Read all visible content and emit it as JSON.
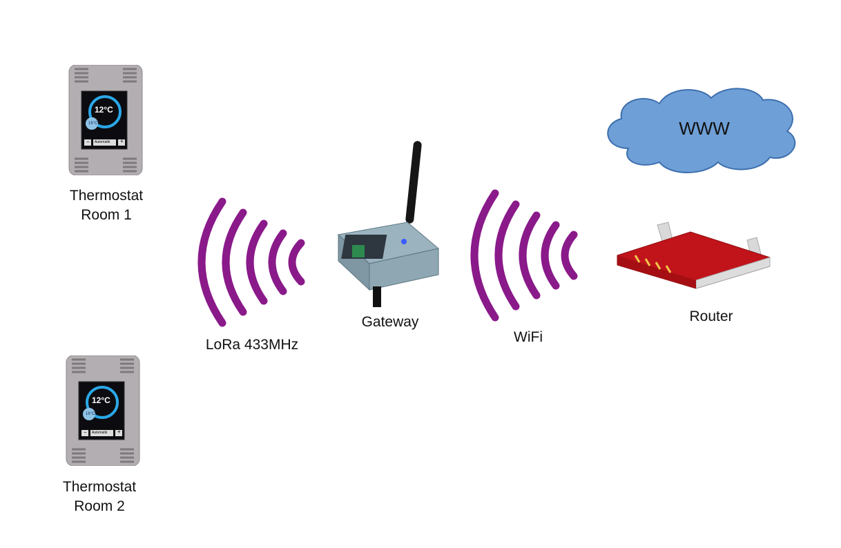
{
  "thermostats": [
    {
      "label_line1": "Thermostat",
      "label_line2": "Room 1",
      "temp": "12°C",
      "set": "16°C",
      "mode": "Automatik",
      "minus": "−",
      "plus": "+"
    },
    {
      "label_line1": "Thermostat",
      "label_line2": "Room 2",
      "temp": "12°C",
      "set": "16°C",
      "mode": "Automatik",
      "minus": "−",
      "plus": "+"
    }
  ],
  "links": {
    "lora": "LoRa 433MHz",
    "wifi": "WiFi"
  },
  "gateway": {
    "label": "Gateway"
  },
  "router": {
    "label": "Router"
  },
  "cloud": {
    "label": "WWW"
  },
  "colors": {
    "wave": "#8a1a8a",
    "cloud_fill": "#6e9fd6",
    "cloud_stroke": "#3d6fae",
    "router_red": "#c0141a",
    "thermo_body": "#b2adb0"
  },
  "icons": [
    "signal-wave-icon",
    "cloud-icon",
    "thermostat-icon",
    "gateway-icon",
    "router-icon"
  ]
}
